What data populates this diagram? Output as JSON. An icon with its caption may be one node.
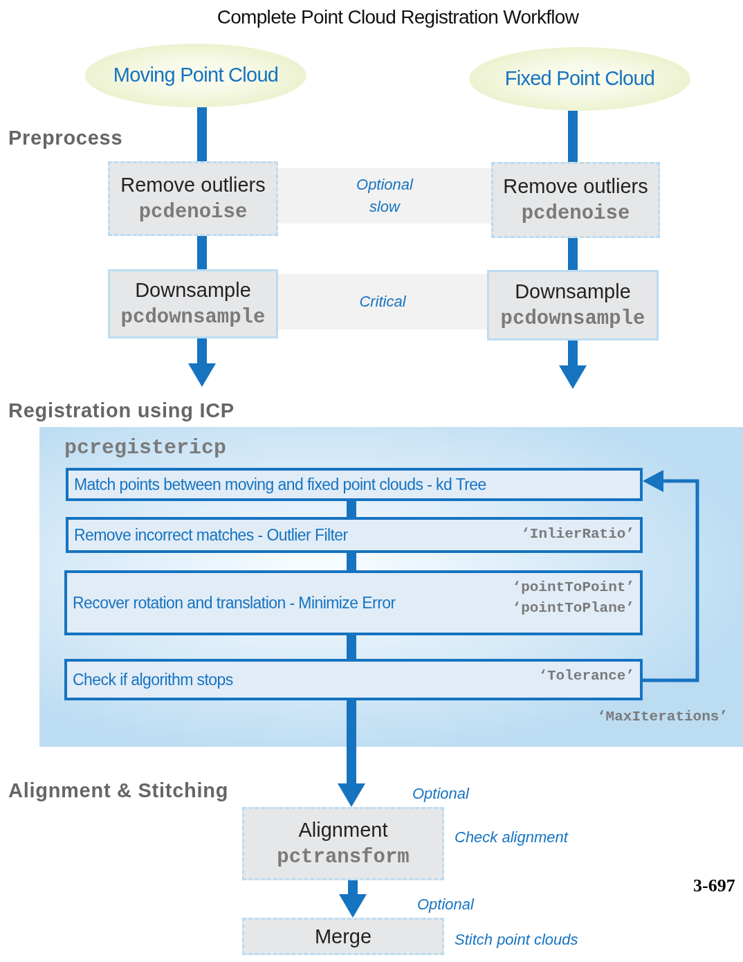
{
  "diagram": {
    "title": "Complete Point Cloud Registration Workflow",
    "nodes": [
      {
        "text": [
          "Moving Point Cloud"
        ]
      },
      {
        "text": [
          "Fixed Point Cloud"
        ]
      },
      {
        "text": [
          "Remove outliers",
          "pcdenoise"
        ]
      },
      {
        "text": [
          "Downsample",
          "pcdownsample"
        ]
      },
      {
        "text": [
          "Remove outliers",
          "pcdenoise"
        ]
      },
      {
        "text": [
          "Downsample",
          "pcdownsample"
        ]
      },
      {
        "text": [
          "Optional slow"
        ]
      },
      {
        "text": [
          "Critical"
        ]
      },
      {
        "text": [
          "pcregistericp",
          "‘MaxIterations’"
        ]
      },
      {
        "text": [
          "Match points between moving and fixed point clouds - kd Tree"
        ],
        "in": 8
      },
      {
        "text": [
          "Remove incorrect matches - Outlier Filter",
          "‘InlierRatio’"
        ],
        "in": 8
      },
      {
        "text": [
          "Recover rotation and translation - Minimize Error",
          "‘pointToPoint’",
          "‘pointToPlane’"
        ],
        "in": 8
      },
      {
        "text": [
          "Check if algorithm stops",
          "‘Tolerance’"
        ],
        "in": 8
      },
      {
        "text": [
          "Alignment",
          "pctransform"
        ],
        "beside": [
          "Check alignment"
        ]
      },
      {
        "text": [
          "Merge"
        ],
        "beside": [
          "Stitch point clouds"
        ]
      }
    ],
    "edges": [
      {
        "from": 0,
        "to": 2,
        "arrow": "none"
      },
      {
        "from": 2,
        "to": 3,
        "arrow": "none"
      },
      {
        "from": 3,
        "to": null,
        "arrow": "to"
      },
      {
        "from": 1,
        "to": 4,
        "arrow": "none"
      },
      {
        "from": 4,
        "to": 5,
        "arrow": "none"
      },
      {
        "from": 5,
        "to": null,
        "arrow": "to"
      },
      {
        "from": 9,
        "to": 10,
        "arrow": "none"
      },
      {
        "from": 10,
        "to": 11,
        "arrow": "none"
      },
      {
        "from": 11,
        "to": 12,
        "arrow": "none"
      },
      {
        "from": 12,
        "to": 9,
        "arrow": "to"
      },
      {
        "from": 12,
        "to": 13,
        "arrow": "to",
        "label": "Optional"
      },
      {
        "from": 13,
        "to": 14,
        "arrow": "to",
        "label": "Optional"
      }
    ],
    "labels": [
      "Preprocess",
      "Registration using ICP",
      "Alignment & Stitching",
      "3-697"
    ]
  }
}
